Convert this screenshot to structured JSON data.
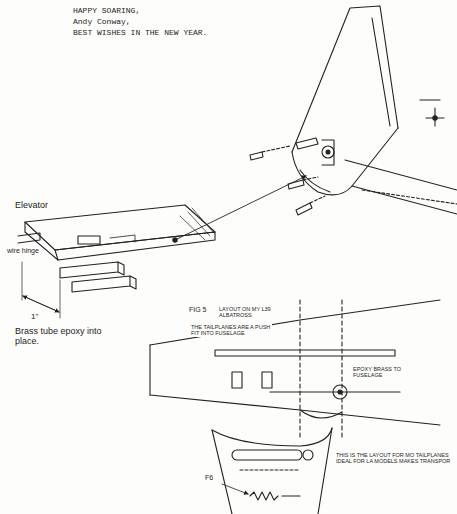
{
  "diagram": {
    "labels": [
      "HAPPY SOARING,",
      "Andy Conway,",
      "BEST WISHES IN THE NEW YEAR.",
      "Elevator",
      "wire hinge",
      "1\"",
      "Brass tube epoxy into place.",
      "FIG 5",
      "LAYOUT ON MY L39 ALBATROSS",
      "THE TAILPLANES ARE A PUSH FIT INTO FUSELAGE",
      "EPOXY BRASS TO FUSELAGE",
      "THIS IS THE LAYOUT FOR MO TAILPLANES IDEAL FOR LA MODELS MAKES TRANSPOR",
      "F6"
    ]
  }
}
